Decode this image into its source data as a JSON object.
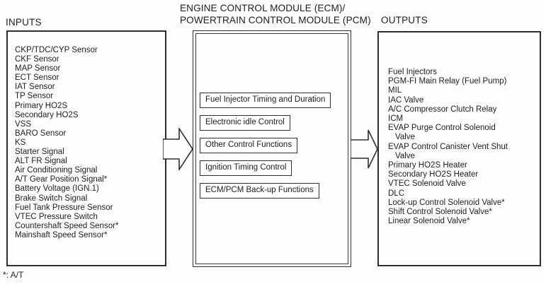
{
  "colors": {
    "ink": "#1e1e1e",
    "border": "#2f2f2f",
    "paper": "#fefefe"
  },
  "inputs": {
    "heading": "INPUTS",
    "items": [
      "CKP/TDC/CYP Sensor",
      "CKF Sensor",
      "MAP Sensor",
      "ECT Sensor",
      "IAT Sensor",
      "TP Sensor",
      "Primary HO2S",
      "Secondary HO2S",
      "VSS",
      "BARO Sensor",
      "KS",
      "Starter Signal",
      "ALT FR Signal",
      "Air Conditioning Signal",
      "A/T Gear Position Signal*",
      "Battery Voltage (IGN.1)",
      "Brake Switch Signal",
      "Fuel Tank Pressure Sensor",
      "VTEC Pressure Switch",
      "Countershaft Speed Sensor*",
      "Mainshaft Speed Sensor*"
    ]
  },
  "ecm": {
    "title": "ENGINE CONTROL MODULE (ECM)/\nPOWERTRAIN CONTROL MODULE (PCM)",
    "functions": [
      "Fuel Injector Timing and Duration",
      "Electronic idle Control",
      "Other Control Functions",
      "Ignition Timing Control",
      "ECM/PCM Back-up Functions"
    ]
  },
  "outputs": {
    "heading": "OUTPUTS",
    "items": [
      "Fuel Injectors",
      "PGM-FI Main Relay (Fuel Pump)",
      "MIL",
      "IAC Valve",
      "A/C Compressor Clutch Relay",
      "ICM",
      "EVAP Purge Control Solenoid\nValve",
      "EVAP Control Canister Vent Shut\nValve",
      "Primary HO2S Heater",
      "Secondary HO2S Heater",
      "VTEC Solenoid Valve",
      "DLC",
      "Lock-up Control Solenoid Valve*",
      "Shift Control Solenoid Valve*",
      "Linear Solenoid Valve*"
    ]
  },
  "footnote": "*: A/T"
}
